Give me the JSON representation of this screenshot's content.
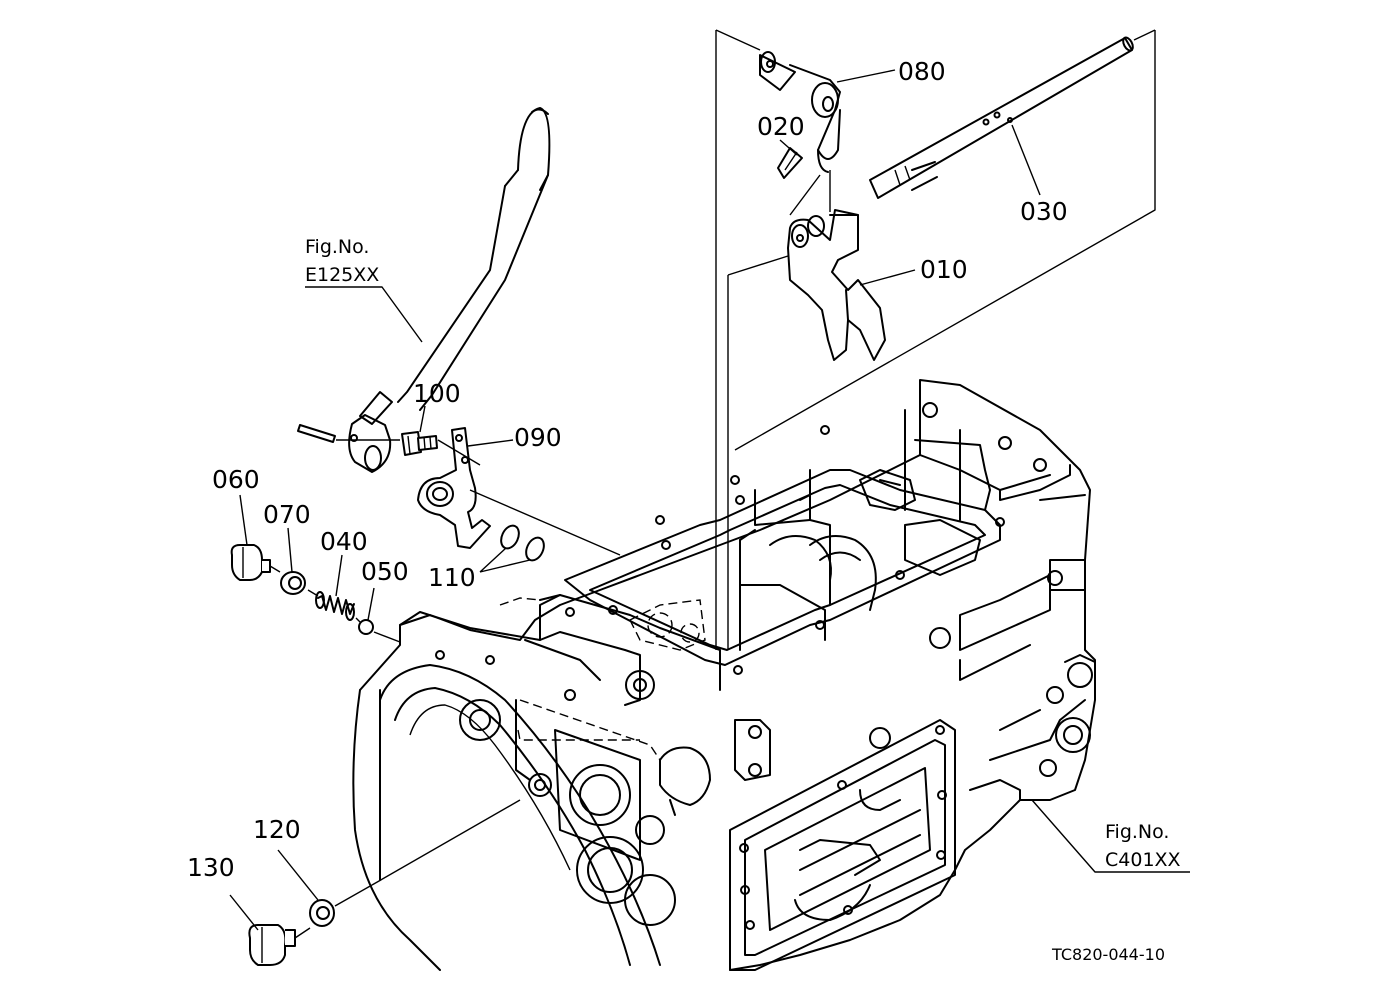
{
  "callouts": [
    {
      "id": "080",
      "label": "080"
    },
    {
      "id": "020",
      "label": "020"
    },
    {
      "id": "030",
      "label": "030"
    },
    {
      "id": "010",
      "label": "010"
    },
    {
      "id": "100",
      "label": "100"
    },
    {
      "id": "090",
      "label": "090"
    },
    {
      "id": "060",
      "label": "060"
    },
    {
      "id": "070",
      "label": "070"
    },
    {
      "id": "040",
      "label": "040"
    },
    {
      "id": "050",
      "label": "050"
    },
    {
      "id": "110",
      "label": "110"
    },
    {
      "id": "120",
      "label": "120"
    },
    {
      "id": "130",
      "label": "130"
    }
  ],
  "figure_refs": [
    {
      "line1": "Fig.No.",
      "line2": "E125XX"
    },
    {
      "line1": "Fig.No.",
      "line2": "C401XX"
    }
  ],
  "drawing_code": "TC820-044-10"
}
